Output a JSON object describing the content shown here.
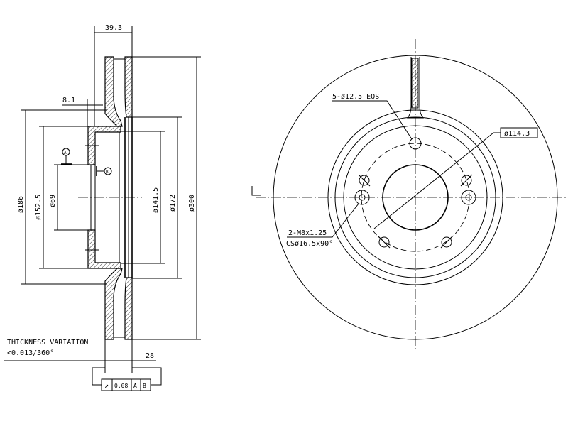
{
  "section_view": {
    "dim_width_overall": "39.3",
    "dim_offset": "8.1",
    "dim_d186": "ø186",
    "dim_d152": "ø152.5",
    "dim_d69": "ø69",
    "dim_d141": "ø141.5",
    "dim_d172": "ø172",
    "dim_d300": "ø300",
    "datum_a": "A",
    "datum_b": "B",
    "thickness_label": "THICKNESS VARIATION",
    "thickness_value": "<0.013/360°",
    "dim_thickness": "28",
    "tolerance": {
      "value": "0.08",
      "datum1": "A",
      "datum2": "B"
    }
  },
  "front_view": {
    "holes_note": "5-ø12.5 EQS",
    "pcd": "ø114.3",
    "thread_note": "2-M8x1.25",
    "countersink_note": "CSø16.5x90°"
  }
}
